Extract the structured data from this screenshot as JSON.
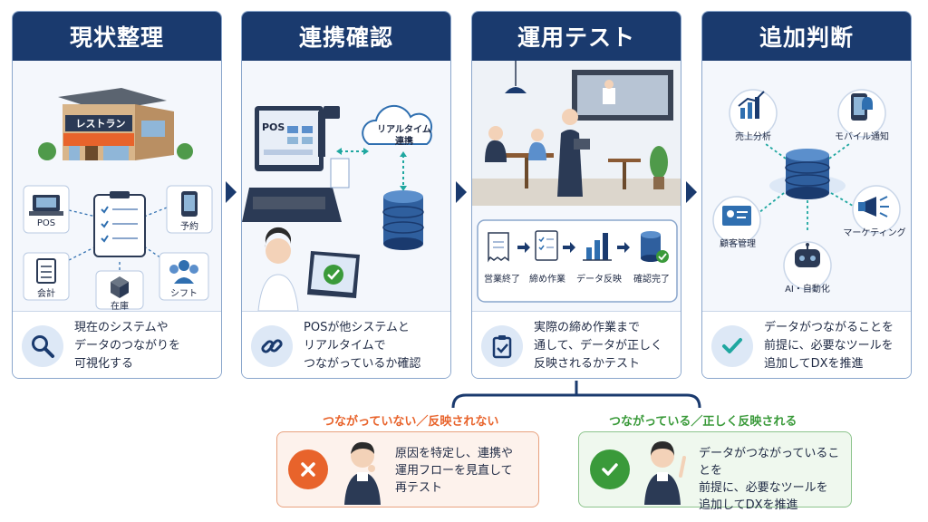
{
  "stages": [
    {
      "title": "現状整理",
      "store_sign": "レストラン",
      "items": [
        "POS",
        "予約",
        "会計",
        "在庫",
        "シフト"
      ],
      "description": "現在のシステムや\nデータのつながりを\n可視化する",
      "icon": "magnifier-icon"
    },
    {
      "title": "連携確認",
      "pos_screen": "POS",
      "cloud_label": "リアルタイム\n連携",
      "description": "POSが他システムと\nリアルタイムで\nつながっているか確認",
      "icon": "link-icon"
    },
    {
      "title": "運用テスト",
      "steps": [
        "営業終了",
        "締め作業",
        "データ反映",
        "確認完了"
      ],
      "description": "実際の締め作業まで\n通して、データが正しく\n反映されるかテスト",
      "icon": "clipboard-check-icon"
    },
    {
      "title": "追加判断",
      "items": [
        "売上分析",
        "モバイル通知",
        "顧客管理",
        "マーケティング",
        "AI・自動化"
      ],
      "description": "データがつながることを\n前提に、必要なツールを\n追加してDXを推進",
      "icon": "checkmark-icon"
    }
  ],
  "outcomes": {
    "fail": {
      "label": "つながっていない／反映されない",
      "text": "原因を特定し、連携や\n運用フローを見直して\n再テスト",
      "color": "#e8632b"
    },
    "success": {
      "label": "つながっている／正しく反映される",
      "text": "データがつながっていることを\n前提に、必要なツールを\n追加してDXを推進",
      "color": "#3a9a3a"
    }
  },
  "colors": {
    "navy": "#1a3a6e",
    "panel_border": "#8aa6cc",
    "orange": "#e8632b",
    "green": "#3a9a3a"
  }
}
